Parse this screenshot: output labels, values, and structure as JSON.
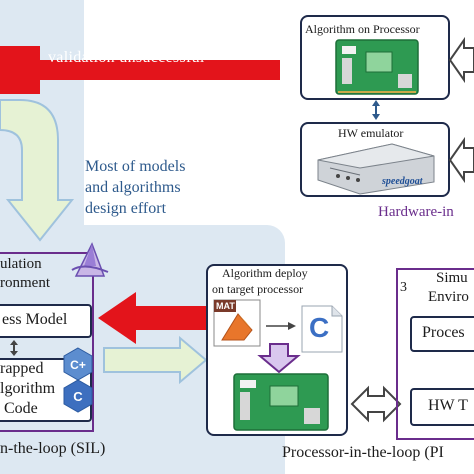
{
  "colors": {
    "panel_bg": "#dde8f2",
    "red_arrow": "#e3141b",
    "green_arrow_fill": "#e6f2d4",
    "green_arrow_stroke": "#9fc2dd",
    "purple": "#6a2d8c",
    "blue_text": "#2e5a8c",
    "dark_border": "#1e2a4a"
  },
  "banner": {
    "label": "validation unsuccessful"
  },
  "hardware": {
    "algorithm_box_title": "Algorithm on Processor",
    "emulator_box_title": "HW emulator",
    "emulator_brand": "speedgoat",
    "section_label": "Hardware-in"
  },
  "annotation": {
    "line1": "Most of models",
    "line2": "and algorithms",
    "line3": "design effort"
  },
  "sil": {
    "header_line1": "ulation",
    "header_line2": "ronment",
    "model_box": "ess Model",
    "wrapped_line1": "rapped",
    "wrapped_line2": "lgorithm",
    "wrapped_line3": "Code",
    "footer": "n-the-loop (SIL)"
  },
  "pil": {
    "deploy_line1": "Algorithm deploy",
    "deploy_line2": "on target processor",
    "mat_label": "MAT",
    "c_label": "C",
    "footer": "Processor-in-the-loop (PI"
  },
  "sim_env": {
    "number": "3",
    "header_line1": "Simu",
    "header_line2": "Enviro",
    "box1": "Proces",
    "box2": "HW T"
  },
  "icons": [
    "matlab-icon",
    "c-file-icon",
    "cpp-icon",
    "c-lang-icon",
    "circuit-board-icon",
    "emulator-device-icon",
    "arrow-left-red-icon",
    "arrow-down-green-icon"
  ]
}
